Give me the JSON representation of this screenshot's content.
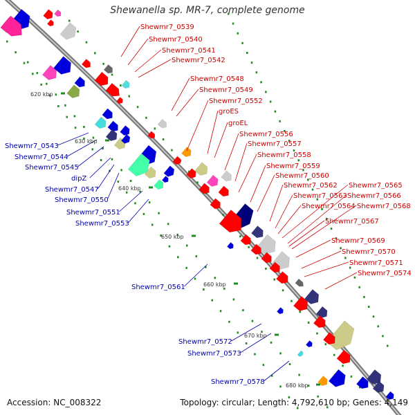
{
  "title": "Shewanella sp. MR-7, complete genome",
  "accession": "Accession: NC_008322",
  "topology": "Topology: circular; Length: 4,792,610 bp; Genes: 4,149",
  "kbp_ticks": [
    "620 kbp",
    "630 kbp",
    "640 kbp",
    "650 kbp",
    "660 kbp",
    "670 kbp",
    "680 kbp"
  ],
  "gene_labels_forward": [
    "Shewmr7_0539",
    "Shewmr7_0540",
    "Shewmr7_0541",
    "Shewmr7_0542",
    "Shewmr7_0548",
    "Shewmr7_0549",
    "Shewmr7_0552",
    "groES",
    "groEL",
    "Shewmr7_0556",
    "Shewmr7_0557",
    "Shewmr7_0558",
    "Shewmr7_0559",
    "Shewmr7_0560",
    "Shewmr7_0562",
    "Shewmr7_0565",
    "Shewmr7_0563",
    "Shewmr7_0566",
    "Shewmr7_0564",
    "Shewmr7_0568",
    "Shewmr7_0567",
    "Shewmr7_0569",
    "Shewmr7_0570",
    "Shewmr7_0571",
    "Shewmr7_0574"
  ],
  "gene_labels_reverse": [
    "Shewmr7_0543",
    "Shewmr7_0544",
    "Shewmr7_0545",
    "dipZ",
    "Shewmr7_0547",
    "Shewmr7_0550",
    "Shewmr7_0551",
    "Shewmr7_0553",
    "Shewmr7_0561",
    "Shewmr7_0572",
    "Shewmr7_0573",
    "Shewmr7_0578"
  ],
  "colors": {
    "forward_label": "#cc0000",
    "reverse_label": "#0000aa",
    "backbone": "#888888",
    "tick": "#228b22"
  }
}
